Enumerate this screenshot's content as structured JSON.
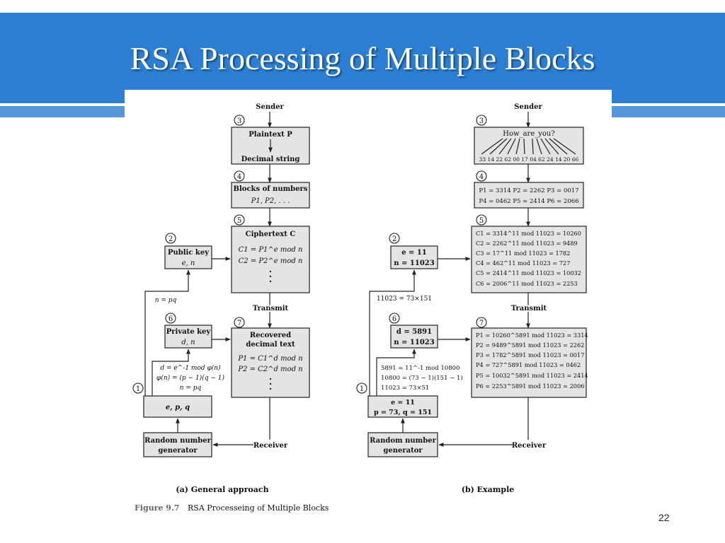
{
  "slide": {
    "title": "RSA Processing of Multiple Blocks",
    "page_number": "22"
  },
  "diagram": {
    "general": {
      "sender": "Sender",
      "step3": "3",
      "plaintext": "Plaintext P",
      "decimal_string": "Decimal string",
      "step4": "4",
      "blocks": "Blocks of numbers",
      "blocks_sub": "P1, P2, . . .",
      "step5": "5",
      "ciphertext": "Ciphertext C",
      "c1": "C1 = P1^e mod n",
      "c2": "C2 = P2^e mod n",
      "step2": "2",
      "public_key": "Public key",
      "public_key_sub": "e, n",
      "n_eq": "n = pq",
      "transmit": "Transmit",
      "step6": "6",
      "private_key": "Private key",
      "private_key_sub": "d, n",
      "step7": "7",
      "recovered": "Recovered",
      "recovered2": "decimal text",
      "p1": "P1 = C1^d mod n",
      "p2": "P2 = C2^d mod n",
      "d_eq": "d = e^-1 mod φ(n)",
      "phi_eq": "φ(n) = (p − 1)(q − 1)",
      "n_eq2": "n = pq",
      "step1": "1",
      "epq": "e, p, q",
      "rng1": "Random number",
      "rng2": "generator",
      "receiver": "Receiver",
      "caption": "(a) General approach"
    },
    "example": {
      "sender": "Sender",
      "step3": "3",
      "message": "How_are_you?",
      "codes": "33 14 22 62 00 17 04 62 24 14 20 66",
      "step4": "4",
      "blocks1": "P1 = 3314  P2 = 2262  P3 = 0017",
      "blocks2": "P4 = 0462  P5 = 2414  P6 = 2066",
      "step5": "5",
      "c_lines": [
        "C1 = 3314^11 mod 11023 = 10260",
        "C2 = 2262^11 mod 11023 = 9489",
        "C3 = 17^11 mod 11023 = 1782",
        "C4 = 462^11 mod 11023 = 727",
        "C5 = 2414^11 mod 11023 = 10032",
        "C6 = 2006^11 mod 11023 = 2253"
      ],
      "step2": "2",
      "e_val": "e = 11",
      "n_val": "n = 11023",
      "n_factor": "11023 = 73×151",
      "transmit": "Transmit",
      "step6": "6",
      "d_val": "d = 5891",
      "n_val2": "n = 11023",
      "step7": "7",
      "p_lines": [
        "P1 = 10260^5891 mod 11023 = 3314",
        "P2 = 9489^5891 mod 11023 = 2262",
        "P3 = 1782^5891 mod 11023 = 0017",
        "P4 = 727^5891 mod 11023 = 0462",
        "P5 = 10032^5891 mod 11023 = 2414",
        "P6 = 2253^5891 mod 11023 = 2006"
      ],
      "d_calc": "5891 = 11^-1 mod 10800",
      "phi_calc": "10800 = (73 − 1)(151 − 1)",
      "n_calc": "11023 = 73×51",
      "step1": "1",
      "e_val2": "e = 11",
      "pq_val": "p = 73, q = 151",
      "rng1": "Random number",
      "rng2": "generator",
      "receiver": "Receiver",
      "caption": "(b) Example"
    },
    "figure_label": "Figure 9.7",
    "figure_caption": "RSA Processeing of Multiple Blocks"
  }
}
